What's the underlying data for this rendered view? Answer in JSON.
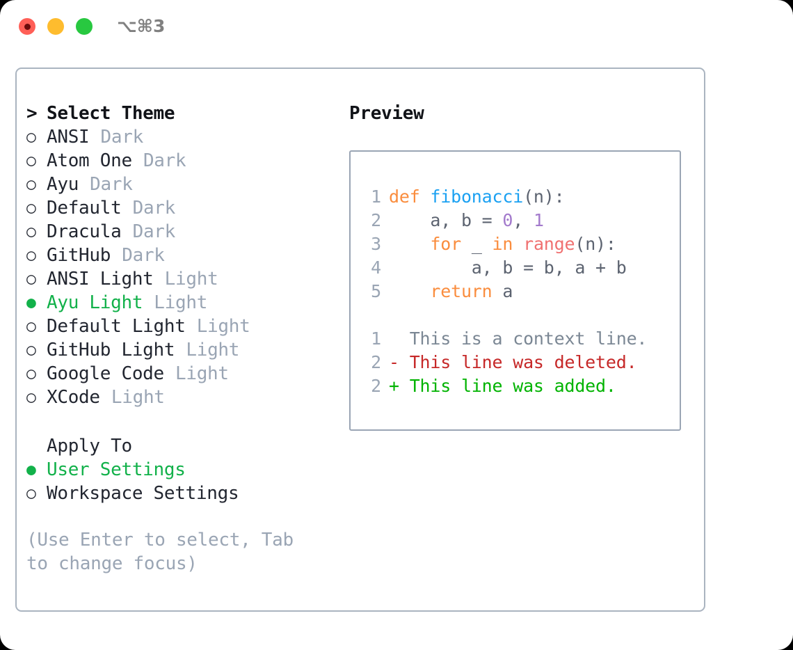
{
  "titlebar": {
    "shortcut": "⌥⌘3",
    "lights": [
      "close-red",
      "minimize-yellow",
      "maximize-green"
    ]
  },
  "left": {
    "section_title": "Select Theme",
    "caret": ">",
    "bullet_off": "○",
    "bullet_on": "●",
    "themes": [
      {
        "name": "ANSI",
        "kind": "Dark",
        "selected": false
      },
      {
        "name": "Atom One",
        "kind": "Dark",
        "selected": false
      },
      {
        "name": "Ayu",
        "kind": "Dark",
        "selected": false
      },
      {
        "name": "Default",
        "kind": "Dark",
        "selected": false
      },
      {
        "name": "Dracula",
        "kind": "Dark",
        "selected": false
      },
      {
        "name": "GitHub",
        "kind": "Dark",
        "selected": false
      },
      {
        "name": "ANSI Light",
        "kind": "Light",
        "selected": false
      },
      {
        "name": "Ayu Light",
        "kind": "Light",
        "selected": true
      },
      {
        "name": "Default Light",
        "kind": "Light",
        "selected": false
      },
      {
        "name": "GitHub Light",
        "kind": "Light",
        "selected": false
      },
      {
        "name": "Google Code",
        "kind": "Light",
        "selected": false
      },
      {
        "name": "XCode",
        "kind": "Light",
        "selected": false
      }
    ],
    "apply_to_title": "Apply To",
    "apply_to": [
      {
        "label": "User Settings",
        "selected": true
      },
      {
        "label": "Workspace Settings",
        "selected": false
      }
    ],
    "hint": "(Use Enter to select, Tab to change focus)"
  },
  "preview": {
    "title": "Preview",
    "code_lines": [
      {
        "n": "1",
        "tokens": [
          {
            "t": "def ",
            "c": "tok-kw"
          },
          {
            "t": "fibonacci",
            "c": "tok-fn"
          },
          {
            "t": "(n):",
            "c": "tok-plain"
          }
        ]
      },
      {
        "n": "2",
        "tokens": [
          {
            "t": "    a, b = ",
            "c": "tok-plain"
          },
          {
            "t": "0",
            "c": "tok-num"
          },
          {
            "t": ", ",
            "c": "tok-plain"
          },
          {
            "t": "1",
            "c": "tok-num"
          }
        ]
      },
      {
        "n": "3",
        "tokens": [
          {
            "t": "    ",
            "c": "tok-plain"
          },
          {
            "t": "for",
            "c": "tok-kw"
          },
          {
            "t": " _ ",
            "c": "tok-plain"
          },
          {
            "t": "in",
            "c": "tok-kw"
          },
          {
            "t": " ",
            "c": "tok-plain"
          },
          {
            "t": "range",
            "c": "tok-call"
          },
          {
            "t": "(n):",
            "c": "tok-plain"
          }
        ]
      },
      {
        "n": "4",
        "tokens": [
          {
            "t": "        a, b = b, a + b",
            "c": "tok-plain"
          }
        ]
      },
      {
        "n": "5",
        "tokens": [
          {
            "t": "    ",
            "c": "tok-plain"
          },
          {
            "t": "return",
            "c": "tok-kw"
          },
          {
            "t": " a",
            "c": "tok-plain"
          }
        ]
      }
    ],
    "diff_lines": [
      {
        "n": "1",
        "marker": "  ",
        "text": "This is a context line.",
        "cls": "diff-ctx"
      },
      {
        "n": "2",
        "marker": "- ",
        "text": "This line was deleted.",
        "cls": "diff-del"
      },
      {
        "n": "2",
        "marker": "+ ",
        "text": "This line was added.",
        "cls": "diff-add"
      }
    ]
  },
  "colors": {
    "accent_green": "#12b14a",
    "muted": "#9aa5b4",
    "text": "#222630",
    "border": "#aab4c0",
    "diff_deleted": "#c62828",
    "diff_added": "#00b300",
    "keyword": "#fa8d3e",
    "function": "#1ba1f2",
    "number": "#a37acc",
    "call": "#f07171"
  }
}
